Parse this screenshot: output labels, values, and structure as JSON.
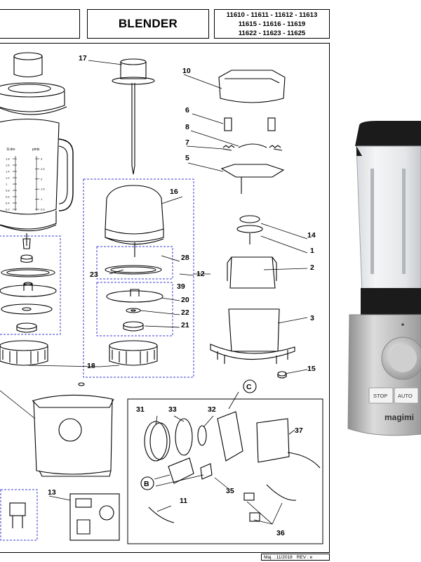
{
  "header": {
    "left_text": "",
    "title": "BLENDER",
    "models": [
      "11610 - 11611 - 11612 - 11613",
      "11615 - 11616 - 11619",
      "11622 - 11623 - 11625"
    ]
  },
  "callouts": {
    "c1": "1",
    "c2": "2",
    "c3": "3",
    "c5": "5",
    "c6": "6",
    "c7": "7",
    "c8": "8",
    "c10": "10",
    "c11": "11",
    "c12": "12",
    "c13": "13",
    "c14": "14",
    "c15": "15",
    "c16": "16",
    "c17": "17",
    "c18": "18",
    "c20": "20",
    "c21": "21",
    "c22": "22",
    "c23": "23",
    "c28": "28",
    "c31": "31",
    "c32": "32",
    "c33": "33",
    "c35": "35",
    "c36": "36",
    "c37": "37",
    "c39": "39",
    "cB": "B",
    "cC": "C"
  },
  "jar_markings": {
    "left_scale": "1Litre",
    "right_scale": "pints",
    "left_ticks": [
      "1.8",
      "1.6",
      "1.4",
      "1.2",
      "1",
      "0.8",
      "0.6",
      "0.4",
      "0.2"
    ],
    "right_ticks": [
      "3",
      "2.5",
      "2",
      "1.5",
      "1",
      "0.5"
    ]
  },
  "footer": {
    "date": "Maj. : 11/2018",
    "rev": "REV : e"
  },
  "product": {
    "buttons": [
      "STOP",
      "AUTO"
    ],
    "brand": "magimi"
  },
  "colors": {
    "line": "#000000",
    "callout_box": "#3b3bd6",
    "metal": "#b8b8b8",
    "jar_black": "#1b1b1b"
  }
}
